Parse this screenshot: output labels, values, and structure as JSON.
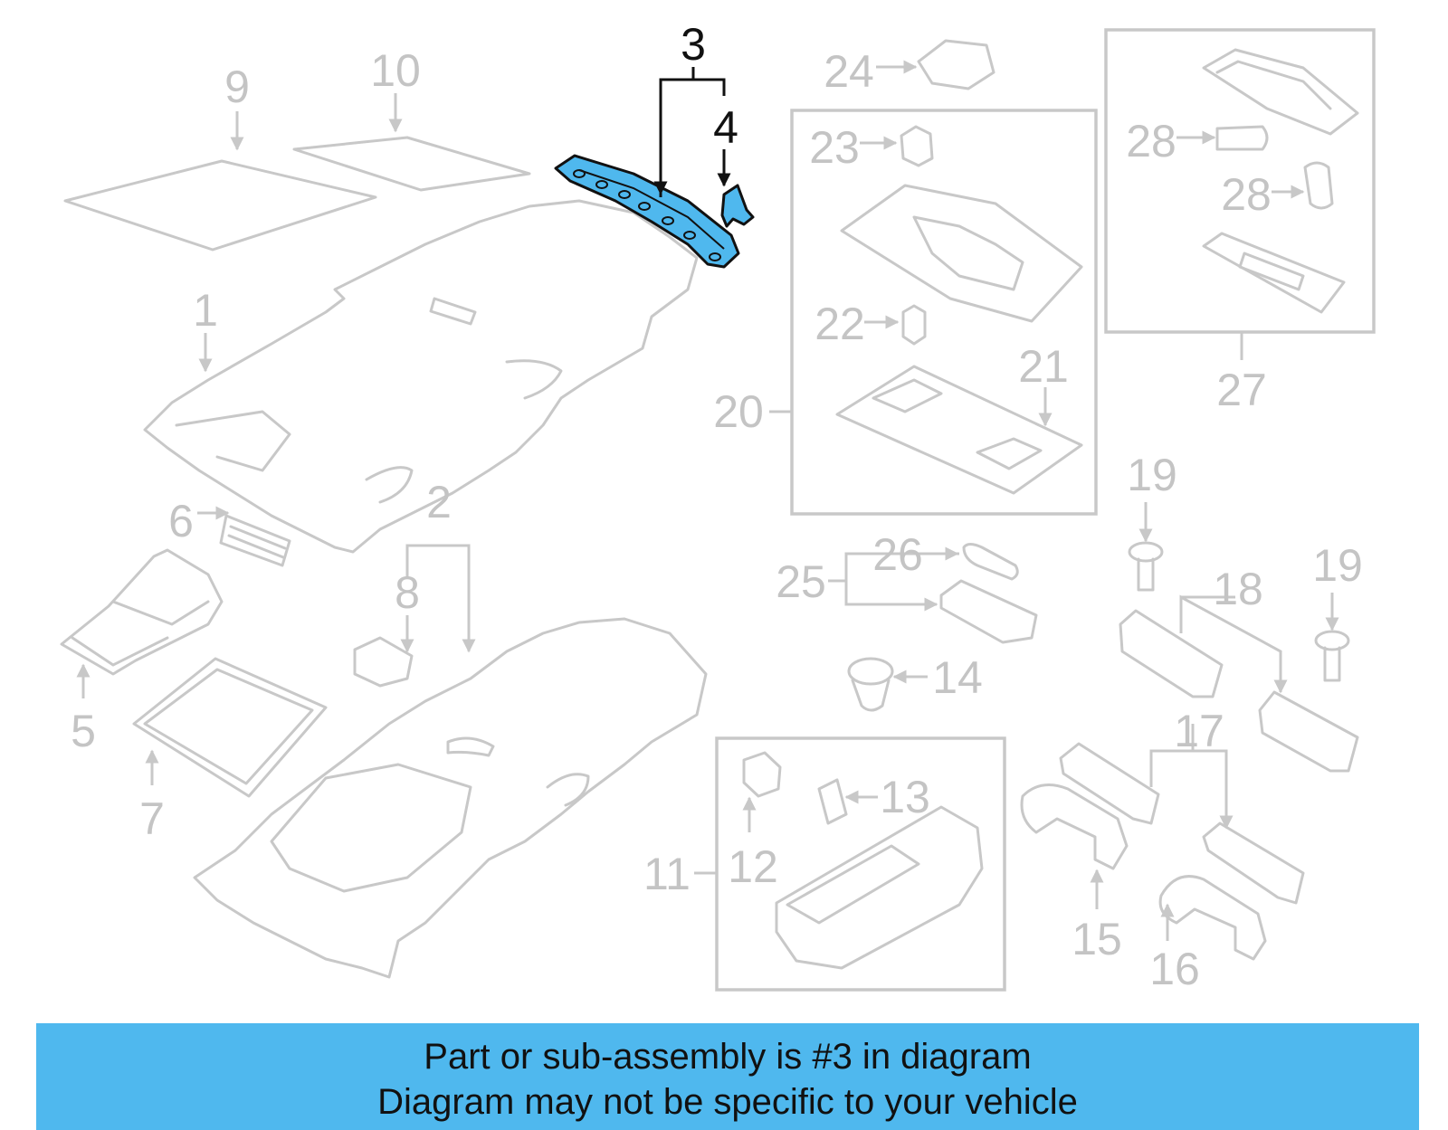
{
  "callouts": {
    "c1": "1",
    "c2": "2",
    "c3": "3",
    "c4": "4",
    "c5": "5",
    "c6": "6",
    "c7": "7",
    "c8": "8",
    "c9": "9",
    "c10": "10",
    "c11": "11",
    "c12": "12",
    "c13": "13",
    "c14": "14",
    "c15": "15",
    "c16": "16",
    "c17": "17",
    "c18": "18",
    "c19a": "19",
    "c19b": "19",
    "c20": "20",
    "c21": "21",
    "c22": "22",
    "c23": "23",
    "c24": "24",
    "c25": "25",
    "c26": "26",
    "c27": "27",
    "c28a": "28",
    "c28b": "28"
  },
  "highlight": {
    "part": "3",
    "color": "#4fb8ee"
  },
  "banner": {
    "line1": "Part or sub-assembly is #3 in diagram",
    "line2": "Diagram may not be specific to your vehicle",
    "color": "#4fb8ee"
  }
}
